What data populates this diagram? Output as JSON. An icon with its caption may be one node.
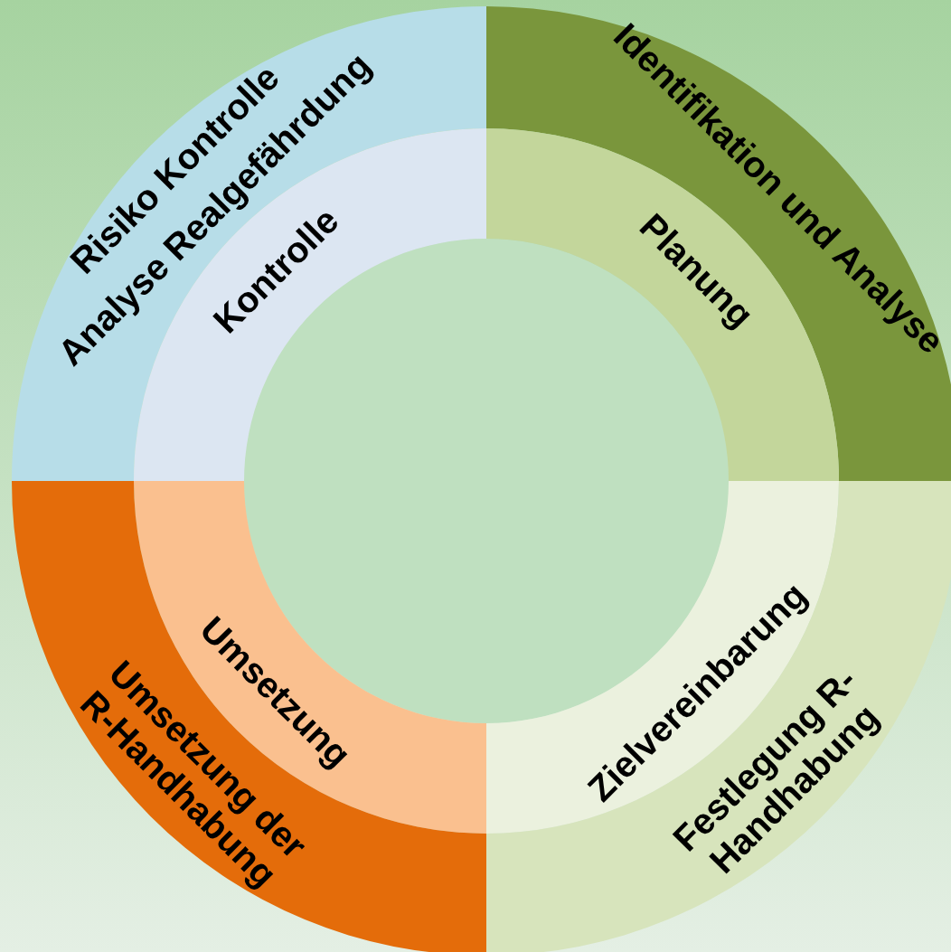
{
  "diagram": {
    "nodes": [
      {
        "text": [
          "Risiko Kontrolle",
          "Analyse Realgefährdung"
        ]
      },
      {
        "text": [
          "Identifikation und Analyse"
        ]
      },
      {
        "text": [
          "Kontrolle"
        ]
      },
      {
        "text": [
          "Planung"
        ]
      },
      {
        "text": [
          "Umsetzung"
        ]
      },
      {
        "text": [
          "Zielvereinbarung"
        ]
      },
      {
        "text": [
          "Umsetzung der R-Handhabung"
        ]
      },
      {
        "text": [
          "Festlegung R- Handhabung"
        ]
      }
    ]
  }
}
